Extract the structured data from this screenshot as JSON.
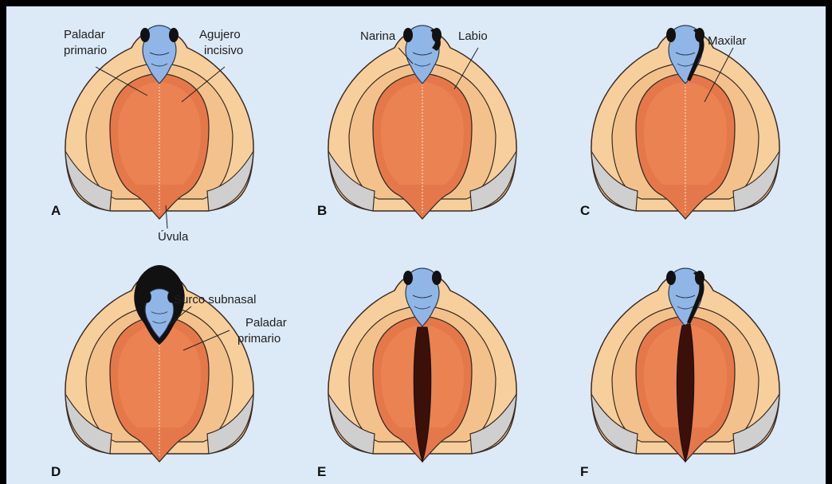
{
  "panels": [
    {
      "letter": "A",
      "variant": "normal"
    },
    {
      "letter": "B",
      "variant": "lip_cleft"
    },
    {
      "letter": "C",
      "variant": "alveolar_cleft"
    },
    {
      "letter": "D",
      "variant": "bilateral_primary_cleft"
    },
    {
      "letter": "E",
      "variant": "secondary_palate_cleft"
    },
    {
      "letter": "F",
      "variant": "complete_cleft"
    }
  ],
  "labels": {
    "paladar_primario_a": [
      "Paladar",
      "primario"
    ],
    "agujero_incisivo": [
      "Agujero",
      "incisivo"
    ],
    "uvula": "Úvula",
    "narina": "Narina",
    "labio": "Labio",
    "maxilar": "Maxilar",
    "surco_subnasal": "Surco subnasal",
    "paladar_primario_d": [
      "Paladar",
      "primario"
    ]
  },
  "colors": {
    "background": "#dce9f6",
    "skin": "#f6cf9c",
    "skin_dark": "#eeb27a",
    "palate": "#e5784a",
    "palate_light": "#f08a5a",
    "premaxilla": "#8fb6e6",
    "cleft": "#111111",
    "tongue_gray": "#cfcfcf",
    "outline": "#3a2a22"
  }
}
